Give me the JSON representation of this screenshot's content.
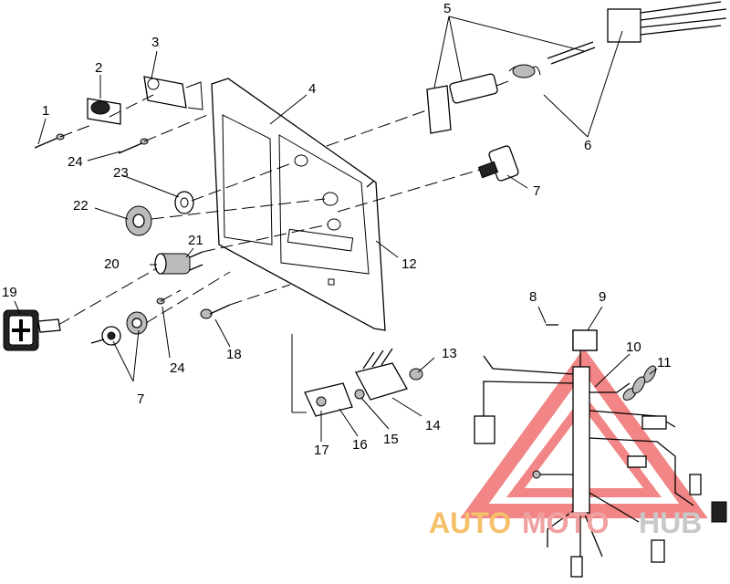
{
  "callouts": {
    "c1": "1",
    "c2": "2",
    "c3": "3",
    "c4": "4",
    "c5": "5",
    "c6": "6",
    "c7a": "7",
    "c7b": "7",
    "c8": "8",
    "c9": "9",
    "c10": "10",
    "c11": "11",
    "c12": "12",
    "c13": "13",
    "c14": "14",
    "c15": "15",
    "c16": "16",
    "c17": "17",
    "c18": "18",
    "c19": "19",
    "c20": "20",
    "c21": "21",
    "c22": "22",
    "c23": "23",
    "c24a": "24",
    "c24b": "24"
  },
  "watermark": {
    "text_a": "AUTO",
    "text_b": "MOTO",
    "text_c": "HUB",
    "color_a": "#f5c06a",
    "color_b": "#f0a0a0",
    "color_c": "#c8c8c8",
    "triangle_color": "#f07070"
  }
}
